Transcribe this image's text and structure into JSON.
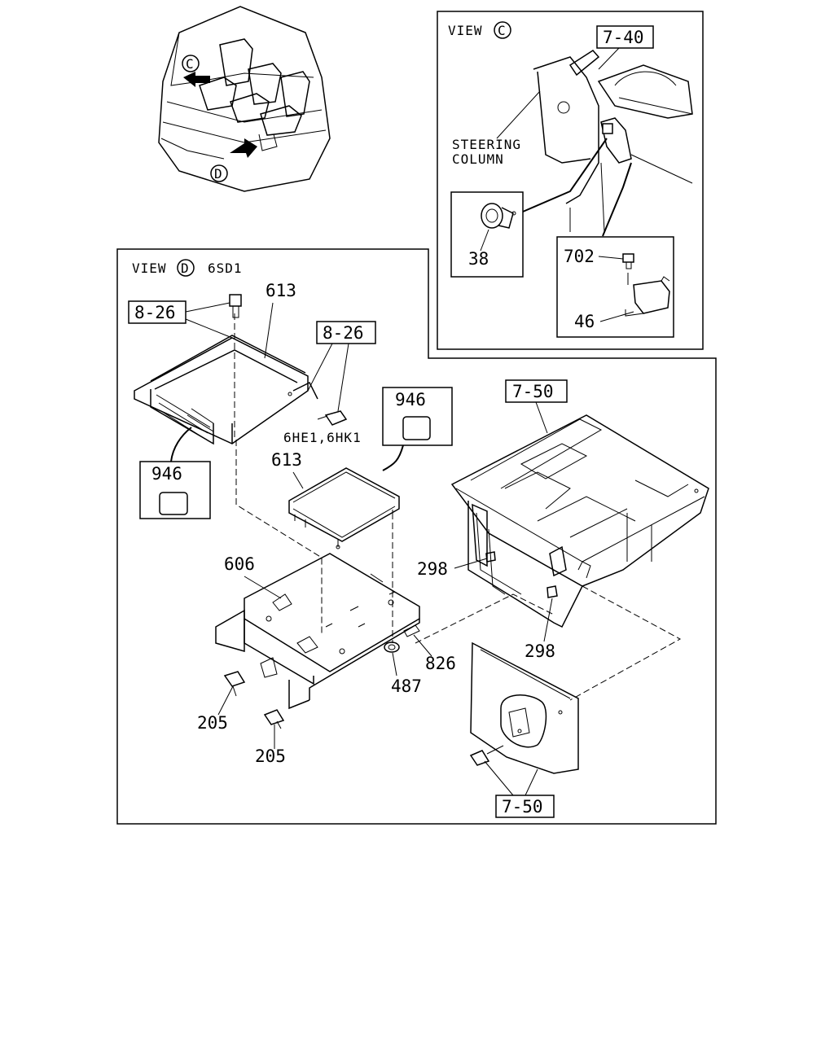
{
  "labels": {
    "view_c": "VIEW",
    "view_c_marker": "C",
    "view_d": "VIEW",
    "view_d_marker": "D",
    "view_d_variant": "6SD1",
    "cab_marker_c": "C",
    "cab_marker_d": "D",
    "steering_line1": "STEERING",
    "steering_line2": "COLUMN",
    "variant_6he1": "6HE1,6HK1"
  },
  "callouts": {
    "p7_40": "7-40",
    "p38": "38",
    "p702": "702",
    "p46": "46",
    "p8_26_a": "8-26",
    "p8_26_b": "8-26",
    "p613_a": "613",
    "p613_b": "613",
    "p946_a": "946",
    "p946_b": "946",
    "p7_50_a": "7-50",
    "p7_50_b": "7-50",
    "p606": "606",
    "p298_a": "298",
    "p298_b": "298",
    "p826": "826",
    "p487": "487",
    "p205_a": "205",
    "p205_b": "205"
  }
}
